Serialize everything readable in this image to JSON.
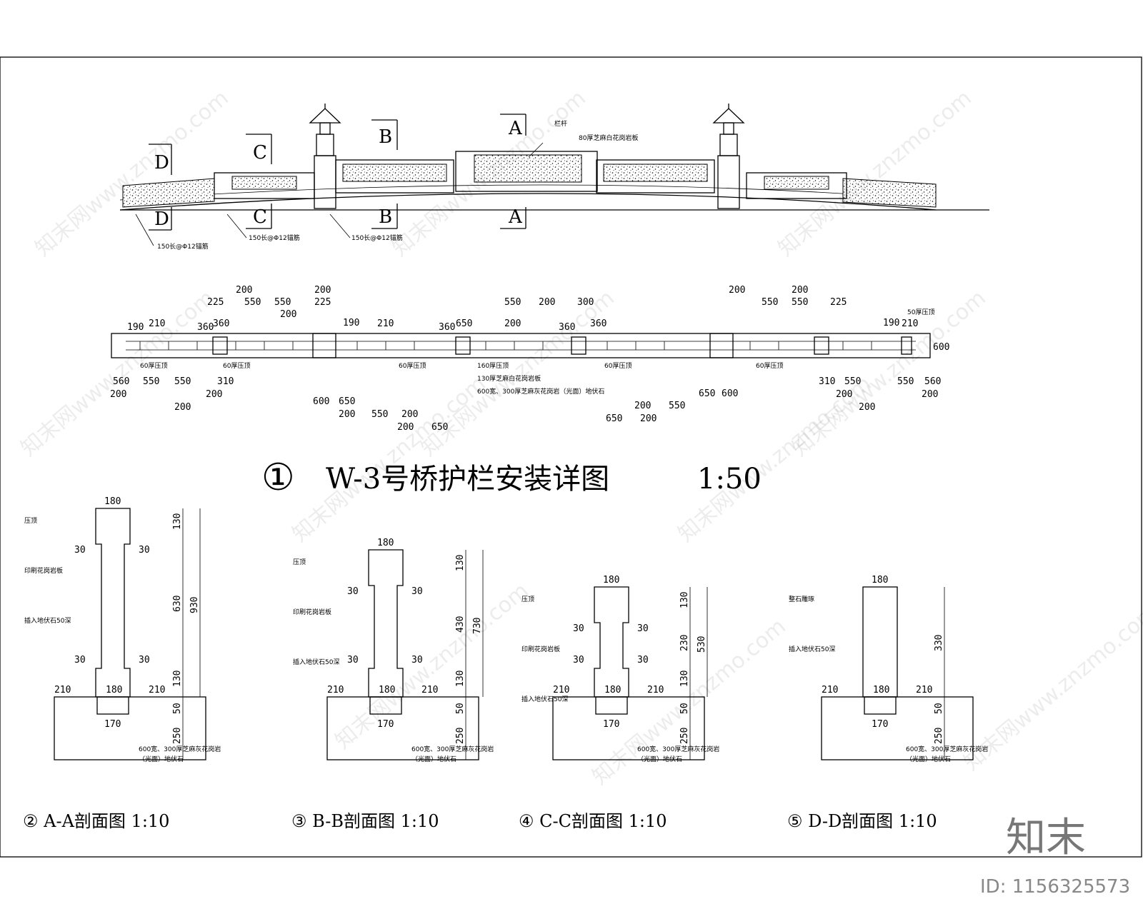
{
  "elevation": {
    "sections": [
      "A",
      "B",
      "C",
      "D"
    ],
    "callouts": {
      "top1": "栏杆",
      "top2": "80厚芝麻白花岗岩板",
      "anchor": "150长@Φ12锚筋"
    }
  },
  "plan": {
    "top_dims": [
      "225",
      "200",
      "550",
      "550",
      "200",
      "225",
      "200",
      "190",
      "210",
      "360",
      "360",
      "190",
      "210",
      "360",
      "650",
      "550",
      "200",
      "200",
      "300",
      "360",
      "360",
      "200",
      "550",
      "550",
      "200",
      "225",
      "190",
      "210",
      "50厚压顶"
    ],
    "bottom_dims": [
      "560",
      "550",
      "550",
      "310",
      "200",
      "200",
      "200",
      "600",
      "650",
      "200",
      "550",
      "200",
      "200",
      "650",
      "650",
      "200",
      "200",
      "550",
      "650",
      "600",
      "310",
      "550",
      "550",
      "560",
      "200",
      "200",
      "200",
      "600"
    ],
    "callouts": [
      "60厚压顶",
      "60厚压顶",
      "60厚压顶",
      "160厚压顶",
      "130厚芝麻白花岗岩板",
      "600宽、300厚芝麻灰花岗岩（光面）地伏石",
      "60厚压顶",
      "60厚压顶"
    ]
  },
  "title": {
    "num": "①",
    "text": "W-3号桥护栏安装详图",
    "scale": "1:50"
  },
  "sections": [
    {
      "num": "②",
      "name": "A-A剖面图",
      "scale": "1:10",
      "dims": {
        "top": "180",
        "side": "30",
        "mid": "180",
        "base_w": "170",
        "left": "210",
        "right": "210",
        "h1": "130",
        "h2": "630",
        "h3": "130",
        "h4": "50",
        "h5": "250",
        "total": "930"
      },
      "labels": [
        "压顶",
        "印刷花岗岩板",
        "插入地伏石50深",
        "600宽、300厚芝麻灰花岗岩",
        "（光面）地伏石"
      ]
    },
    {
      "num": "③",
      "name": "B-B剖面图",
      "scale": "1:10",
      "dims": {
        "top": "180",
        "side": "30",
        "mid": "180",
        "base_w": "170",
        "left": "210",
        "right": "210",
        "h1": "130",
        "h2": "430",
        "h3": "130",
        "h4": "50",
        "h5": "250",
        "total": "730"
      },
      "labels": [
        "压顶",
        "印刷花岗岩板",
        "插入地伏石50深",
        "600宽、300厚芝麻灰花岗岩",
        "（光面）地伏石"
      ]
    },
    {
      "num": "④",
      "name": "C-C剖面图",
      "scale": "1:10",
      "dims": {
        "top": "180",
        "side": "30",
        "mid": "180",
        "base_w": "170",
        "left": "210",
        "right": "210",
        "h1": "130",
        "h2": "230",
        "h3": "130",
        "h4": "50",
        "h5": "250",
        "total": "530"
      },
      "labels": [
        "压顶",
        "印刷花岗岩板",
        "插入地伏石50深",
        "600宽、300厚芝麻灰花岗岩",
        "（光面）地伏石"
      ]
    },
    {
      "num": "⑤",
      "name": "D-D剖面图",
      "scale": "1:10",
      "dims": {
        "top": "180",
        "mid": "180",
        "base_w": "170",
        "left": "210",
        "right": "210",
        "h2": "330",
        "h4": "50",
        "h5": "250"
      },
      "labels": [
        "整石雕琢",
        "插入地伏石50深",
        "600宽、300厚芝麻灰花岗岩",
        "（光面）地伏石"
      ]
    }
  ],
  "brand": {
    "logo": "知末",
    "id": "ID: 1156325573",
    "watermark": "知末网www.znzmo.com"
  }
}
